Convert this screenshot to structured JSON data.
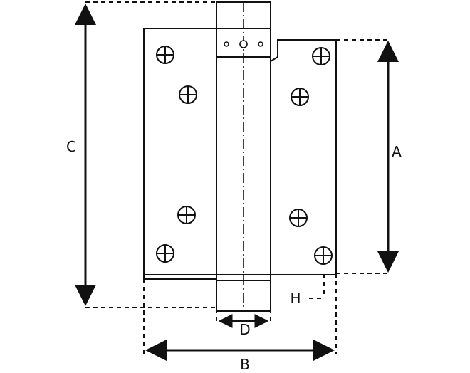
{
  "diagram": {
    "labels": {
      "A": "A",
      "B": "B",
      "C": "C",
      "D": "D",
      "H": "H"
    },
    "colors": {
      "stroke": "#111111",
      "background": "#ffffff"
    }
  }
}
